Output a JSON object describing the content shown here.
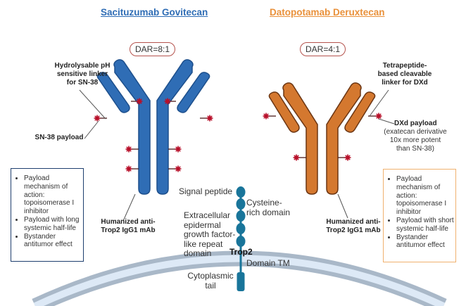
{
  "left": {
    "title": "Sacituzumab Govitecan",
    "dar": "DAR=8:1",
    "linker_label": [
      "Hydrolysable pH",
      "sensitive linker",
      "for SN-38"
    ],
    "payload_label": "SN-38 payload",
    "antibody_label": [
      "Humanized anti-",
      "Trop2 IgG1 mAb"
    ],
    "box_items": [
      "Payload mechanism of action: topoisomerase I inhibitor",
      "Payload with long systemic half-life",
      "Bystander antitumor effect"
    ],
    "color": "#2f6db5",
    "border_color": "#1e3f6e"
  },
  "right": {
    "title": "Datopotamab Deruxtecan",
    "dar": "DAR=4:1",
    "linker_label": [
      "Tetrapeptide-",
      "based cleavable",
      "linker for DXd"
    ],
    "payload_label": "DXd payload",
    "payload_desc": [
      "(exatecan derivative",
      "10x more potent",
      "than SN-38)"
    ],
    "antibody_label": [
      "Humanized anti-",
      "Trop2 IgG1 mAb"
    ],
    "box_items": [
      "Payload mechanism of action: topoisomerase I inhibitor",
      "Payload with short systemic half-life",
      "Bystander antitumor effect"
    ],
    "color": "#d4782f",
    "border_color": "#f0b16e"
  },
  "trop2": {
    "name": "Trop2",
    "signal_peptide": "Signal peptide",
    "cysteine": [
      "Cysteine-",
      "rich domain"
    ],
    "egf": [
      "Extracellular",
      "epidermal",
      "growth factor-",
      "like repeat",
      "domain"
    ],
    "tm": "Domain TM",
    "cyto": [
      "Cytoplasmic",
      "tail"
    ],
    "color": "#19759a"
  },
  "payload_color": "#b8102a"
}
